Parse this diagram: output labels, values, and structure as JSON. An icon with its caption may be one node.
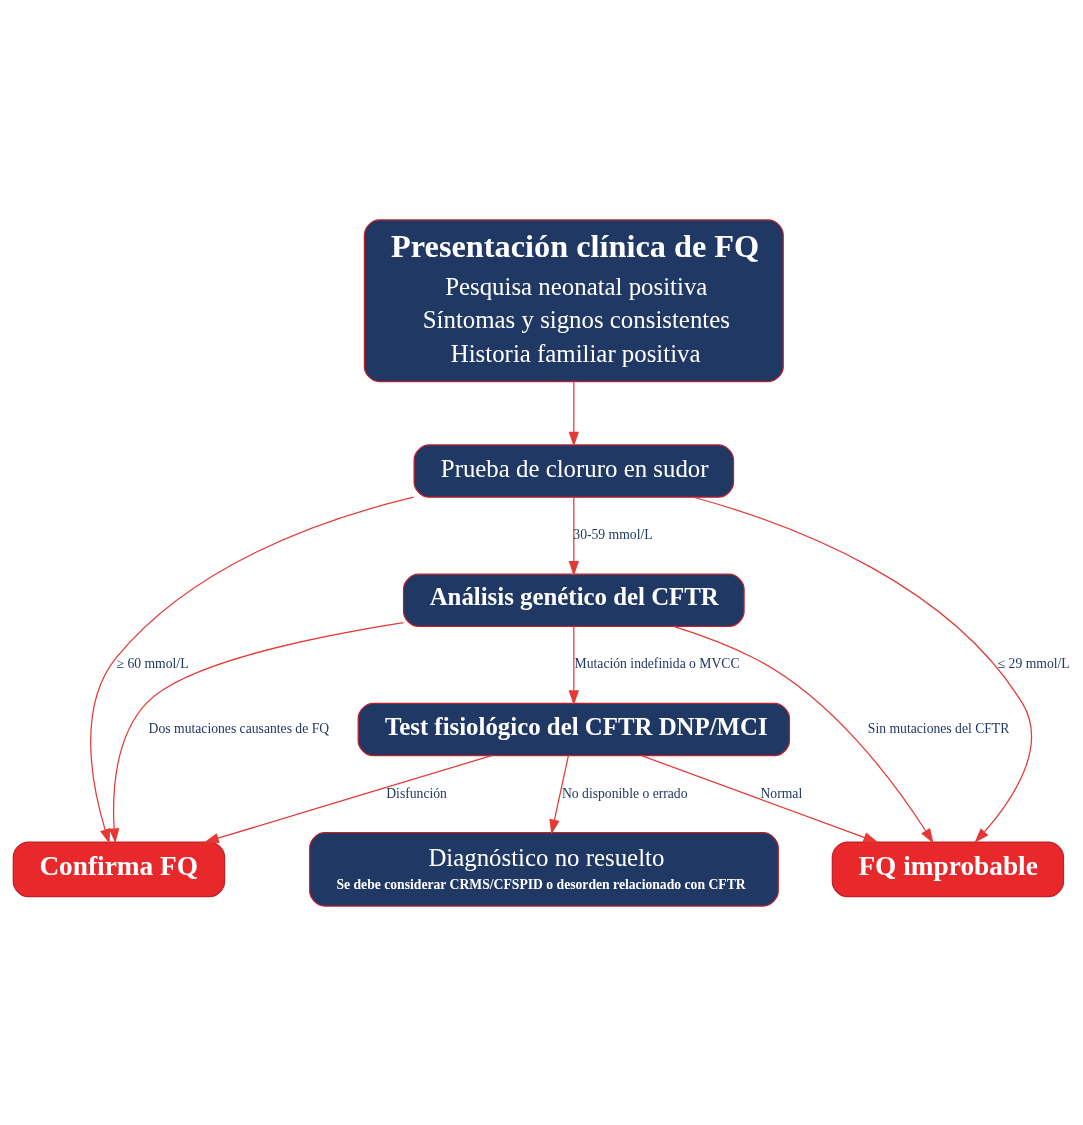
{
  "diagram": {
    "nodes": [
      {
        "text": [
          "Presentación clínica de FQ",
          "Pesquisa neonatal positiva",
          "Síntomas y signos consistentes",
          "Historia familiar positiva"
        ]
      },
      {
        "text": [
          "Prueba de cloruro en sudor"
        ]
      },
      {
        "text": [
          "Análisis genético del CFTR"
        ]
      },
      {
        "text": [
          "Test fisiológico del CFTR DNP/MCI"
        ]
      },
      {
        "text": [
          "FQ improbable"
        ]
      },
      {
        "text": [
          "Diagnóstico no resuelto",
          "Se debe considerar CRMS/CFSPID o desorden relacionado con CFTR"
        ]
      },
      {
        "text": [
          "Confirma FQ"
        ]
      }
    ],
    "edges": [
      {
        "from": 0,
        "to": 1,
        "arrow": "to"
      },
      {
        "from": 1,
        "to": 4,
        "arrow": "to",
        "label": "≤ 29 mmol/L"
      },
      {
        "from": 1,
        "to": 2,
        "arrow": "to",
        "label": "30-59 mmol/L"
      },
      {
        "from": 1,
        "to": 6,
        "arrow": "to",
        "label": "≥ 60 mmol/L"
      },
      {
        "from": 2,
        "to": 4,
        "arrow": "to",
        "label": "Sin mutaciones del CFTR"
      },
      {
        "from": 2,
        "to": 3,
        "arrow": "to",
        "label": "Mutación indefinida o MVCC"
      },
      {
        "from": 2,
        "to": 6,
        "arrow": "to",
        "label": "Dos mutaciones causantes de FQ"
      },
      {
        "from": 3,
        "to": 4,
        "arrow": "to",
        "label": "Normal"
      },
      {
        "from": 3,
        "to": 5,
        "arrow": "to",
        "label": "No disponible o errado"
      },
      {
        "from": 3,
        "to": 6,
        "arrow": "to",
        "label": "Disfunción"
      }
    ]
  }
}
